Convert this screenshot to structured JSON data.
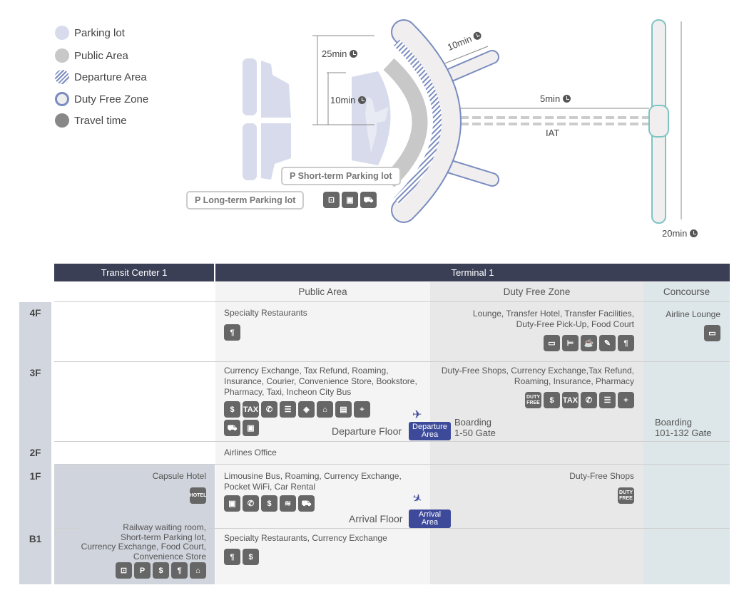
{
  "legend": [
    {
      "label": "Parking lot",
      "color": "#d7dbec"
    },
    {
      "label": "Public Area",
      "color": "#c8c8c8"
    },
    {
      "label": "Departure Area",
      "color": "hatch"
    },
    {
      "label": "Duty Free Zone",
      "color": "ring"
    },
    {
      "label": "Travel time",
      "color": "clock"
    }
  ],
  "map": {
    "t25": "25min",
    "t10a": "10min",
    "t10b": "10min",
    "t5": "5min",
    "t20": "20min",
    "iat": "IAT",
    "short_term": "P Short-term Parking lot",
    "long_term": "P Long-term Parking lot",
    "transport_icons": [
      "train-icon",
      "bus-icon",
      "taxi-icon"
    ]
  },
  "table": {
    "headers": {
      "transit": "Transit Center 1",
      "terminal": "Terminal 1"
    },
    "subheaders": {
      "public": "Public Area",
      "dfz": "Duty Free Zone",
      "concourse": "Concourse"
    },
    "floors": [
      "4F",
      "3F",
      "2F",
      "1F",
      "B1"
    ],
    "cells": {
      "f4_public": "Specialty Restaurants",
      "f4_dfz": "Lounge, Transfer Hotel, Transfer Facilities,\nDuty-Free Pick-Up, Food Court",
      "f4_concourse": "Airline Lounge",
      "f3_public": "Currency Exchange, Tax Refund, Roaming,\nInsurance, Courier, Convenience Store, Bookstore,\nPharmacy, Taxi, Incheon City Bus",
      "f3_dfz": "Duty-Free Shops, Currency Exchange,Tax Refund,\nRoaming, Insurance, Pharmacy",
      "f3_dep_floor": "Departure Floor",
      "f3_dep_badge": "Departure\nArea",
      "f3_boarding1": "Boarding\n1-50 Gate",
      "f3_boarding2": "Boarding\n101-132 Gate",
      "f2_public": "Airlines Office",
      "f1_transit": "Capsule Hotel",
      "f1_public": "Limousine Bus, Roaming, Currency Exchange,\nPocket WiFi, Car Rental",
      "f1_dfz": "Duty-Free Shops",
      "f1_arr_floor": "Arrival Floor",
      "f1_arr_badge": "Arrival\nArea",
      "b1_transit": "Railway waiting room,\nShort-term Parking lot,\nCurrency Exchange, Food Court,\nConvenience Store",
      "b1_public": "Specialty Restaurants, Currency Exchange"
    },
    "icons": {
      "f4_public": [
        {
          "name": "restaurant-icon",
          "label": "¶"
        }
      ],
      "f4_dfz": [
        {
          "name": "lounge-icon",
          "label": "▭"
        },
        {
          "name": "hotel-bed-icon",
          "label": "⊨"
        },
        {
          "name": "cafe-icon",
          "label": "☕"
        },
        {
          "name": "pickup-icon",
          "label": "✎"
        },
        {
          "name": "restaurant-icon",
          "label": "¶"
        }
      ],
      "f4_concourse": [
        {
          "name": "lounge-icon",
          "label": "▭"
        }
      ],
      "f3_public": [
        {
          "name": "currency-exchange-icon",
          "label": "$"
        },
        {
          "name": "tax-refund-icon",
          "label": "TAX"
        },
        {
          "name": "roaming-icon",
          "label": "✆"
        },
        {
          "name": "insurance-icon",
          "label": "☰"
        },
        {
          "name": "courier-icon",
          "label": "◈"
        },
        {
          "name": "convenience-store-icon",
          "label": "⌂"
        },
        {
          "name": "bookstore-icon",
          "label": "▤"
        },
        {
          "name": "pharmacy-icon",
          "label": "+"
        }
      ],
      "f3_public2": [
        {
          "name": "taxi-icon",
          "label": "⛟"
        },
        {
          "name": "bus-icon",
          "label": "▣"
        }
      ],
      "f3_dfz": [
        {
          "name": "duty-free-icon",
          "label": "DUTY FREE"
        },
        {
          "name": "currency-exchange-icon",
          "label": "$"
        },
        {
          "name": "tax-refund-icon",
          "label": "TAX"
        },
        {
          "name": "roaming-icon",
          "label": "✆"
        },
        {
          "name": "insurance-icon",
          "label": "☰"
        },
        {
          "name": "pharmacy-icon",
          "label": "+"
        }
      ],
      "f1_transit": [
        {
          "name": "hotel-icon",
          "label": "HOTEL"
        }
      ],
      "f1_public": [
        {
          "name": "limousine-bus-icon",
          "label": "▣"
        },
        {
          "name": "roaming-icon",
          "label": "✆"
        },
        {
          "name": "currency-exchange-icon",
          "label": "$"
        },
        {
          "name": "wifi-icon",
          "label": "≋"
        },
        {
          "name": "car-rental-icon",
          "label": "⛟"
        }
      ],
      "f1_dfz": [
        {
          "name": "duty-free-icon",
          "label": "DUTY FREE"
        }
      ],
      "b1_transit": [
        {
          "name": "train-icon",
          "label": "⊡"
        },
        {
          "name": "parking-icon",
          "label": "P"
        },
        {
          "name": "currency-exchange-icon",
          "label": "$"
        },
        {
          "name": "restaurant-icon",
          "label": "¶"
        },
        {
          "name": "convenience-store-icon",
          "label": "⌂"
        }
      ],
      "b1_public": [
        {
          "name": "restaurant-icon",
          "label": "¶"
        },
        {
          "name": "currency-exchange-icon",
          "label": "$"
        }
      ]
    }
  }
}
